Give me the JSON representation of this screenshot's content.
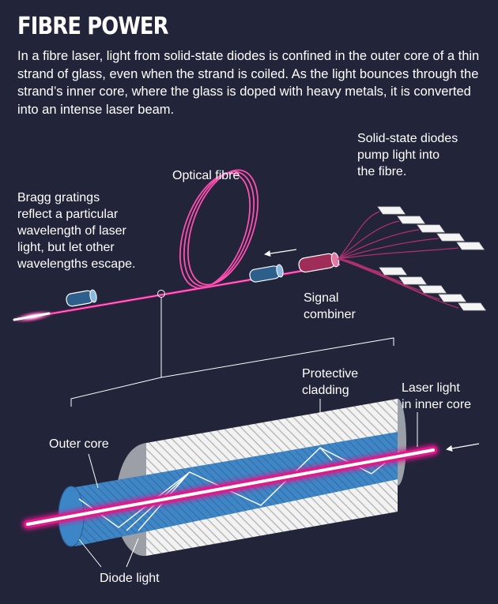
{
  "header": {
    "title": "FIBRE POWER",
    "intro": "In a fibre laser, light from solid-state diodes is confined in the outer core of a thin strand of glass, even when the strand is coiled. As the light bounces through the strand’s inner core, where the glass is doped with heavy metals, it is converted into an intense laser beam."
  },
  "labels": {
    "solid_state_diodes": [
      "Solid-state diodes",
      "pump light into",
      "the fibre."
    ],
    "optical_fibre": "Optical fibre",
    "bragg_gratings": [
      "Bragg gratings",
      "reflect a particular",
      "wavelength of laser",
      "light, but let other",
      "wavelengths escape."
    ],
    "signal_combiner": [
      "Signal",
      "combiner"
    ],
    "protective_cladding": [
      "Protective",
      "cladding"
    ],
    "laser_light": [
      "Laser light",
      "in inner core"
    ],
    "outer_core": "Outer core",
    "diode_light": "Diode light"
  },
  "colors": {
    "background": "#22243a",
    "laser": "#e0198a",
    "core_blue": "#3f86c6",
    "cladding": "#d8d8d8",
    "fibre_pink": "#ff4fb0"
  }
}
